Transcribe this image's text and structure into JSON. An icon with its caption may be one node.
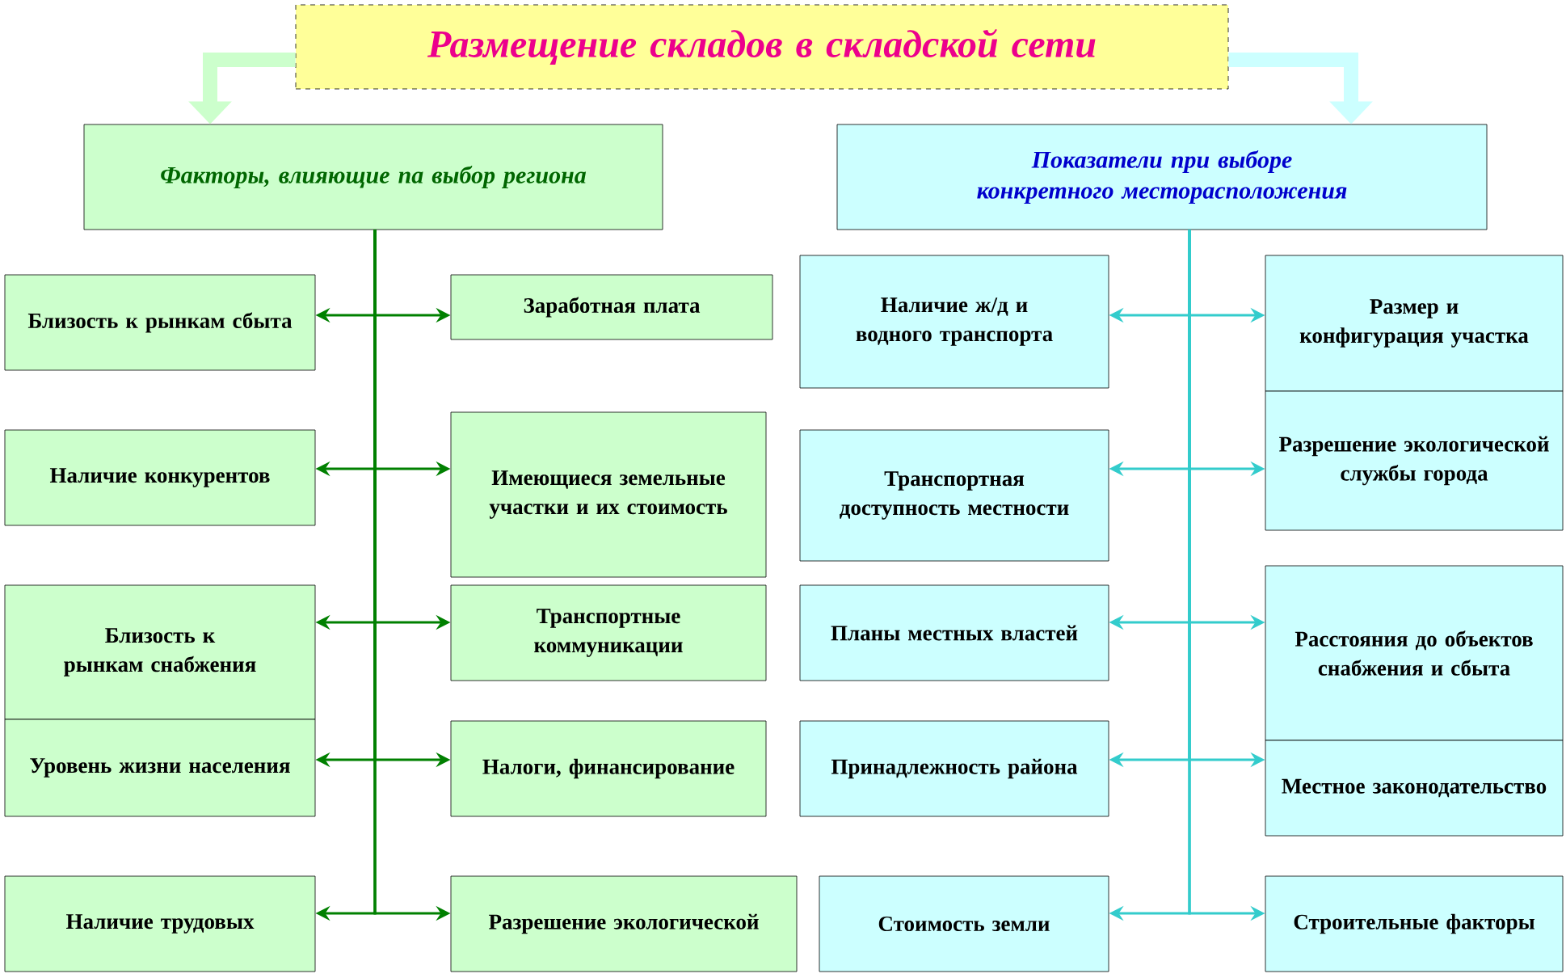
{
  "diagram": {
    "nodes": [
      {
        "text": [
          "Размещение складов в складской сети"
        ]
      },
      {
        "text": [
          "Факторы, влияющие па выбор региона"
        ]
      },
      {
        "text": [
          "Показатели при выборе конкретного месторасположения"
        ]
      },
      {
        "text": [
          "Близость к рынкам сбыта"
        ]
      },
      {
        "text": [
          "Заработная плата"
        ]
      },
      {
        "text": [
          "Наличие конкурентов"
        ]
      },
      {
        "text": [
          "Имеющиеся земельные участки и их стоимость"
        ]
      },
      {
        "text": [
          "Близость к рынкам снабжения"
        ]
      },
      {
        "text": [
          "Транспортные коммуникации"
        ]
      },
      {
        "text": [
          "Уровень жизни населения"
        ]
      },
      {
        "text": [
          "Налоги, финансирование"
        ]
      },
      {
        "text": [
          "Наличие трудовых"
        ]
      },
      {
        "text": [
          "Разрешение экологической"
        ]
      },
      {
        "text": [
          "Наличие ж/д и водного транспорта"
        ]
      },
      {
        "text": [
          "Размер и конфигурация участка"
        ]
      },
      {
        "text": [
          "Транспортная доступность местности"
        ]
      },
      {
        "text": [
          "Разрешение экологической службы города"
        ]
      },
      {
        "text": [
          "Планы местных властей"
        ]
      },
      {
        "text": [
          "Расстояния до объектов снабжения и сбыта"
        ]
      },
      {
        "text": [
          "Принадлежность района"
        ]
      },
      {
        "text": [
          "Местное законодательство"
        ]
      },
      {
        "text": [
          "Стоимость земли"
        ]
      },
      {
        "text": [
          "Строительные факторы"
        ]
      }
    ],
    "edges": [
      {
        "from": 0,
        "to": 1,
        "arrow": "to",
        "style": "thick",
        "color": "#ccffcc"
      },
      {
        "from": 0,
        "to": 2,
        "arrow": "to",
        "style": "thick",
        "color": "#ccffff"
      },
      {
        "from": 1,
        "to": 3,
        "arrow": "to",
        "color": "#008000"
      },
      {
        "from": 1,
        "to": 4,
        "arrow": "to",
        "color": "#008000"
      },
      {
        "from": 1,
        "to": 5,
        "arrow": "to",
        "color": "#008000"
      },
      {
        "from": 1,
        "to": 6,
        "arrow": "to",
        "color": "#008000"
      },
      {
        "from": 1,
        "to": 7,
        "arrow": "to",
        "color": "#008000"
      },
      {
        "from": 1,
        "to": 8,
        "arrow": "to",
        "color": "#008000"
      },
      {
        "from": 1,
        "to": 9,
        "arrow": "to",
        "color": "#008000"
      },
      {
        "from": 1,
        "to": 10,
        "arrow": "to",
        "color": "#008000"
      },
      {
        "from": 1,
        "to": 11,
        "arrow": "to",
        "color": "#008000"
      },
      {
        "from": 1,
        "to": 12,
        "arrow": "to",
        "color": "#008000"
      },
      {
        "from": 2,
        "to": 13,
        "arrow": "to",
        "color": "#33cccc"
      },
      {
        "from": 2,
        "to": 14,
        "arrow": "to",
        "color": "#33cccc"
      },
      {
        "from": 2,
        "to": 15,
        "arrow": "to",
        "color": "#33cccc"
      },
      {
        "from": 2,
        "to": 16,
        "arrow": "to",
        "color": "#33cccc"
      },
      {
        "from": 2,
        "to": 17,
        "arrow": "to",
        "color": "#33cccc"
      },
      {
        "from": 2,
        "to": 18,
        "arrow": "to",
        "color": "#33cccc"
      },
      {
        "from": 2,
        "to": 19,
        "arrow": "to",
        "color": "#33cccc"
      },
      {
        "from": 2,
        "to": 20,
        "arrow": "to",
        "color": "#33cccc"
      },
      {
        "from": 2,
        "to": 21,
        "arrow": "to",
        "color": "#33cccc"
      },
      {
        "from": 2,
        "to": 22,
        "arrow": "to",
        "color": "#33cccc"
      }
    ]
  }
}
